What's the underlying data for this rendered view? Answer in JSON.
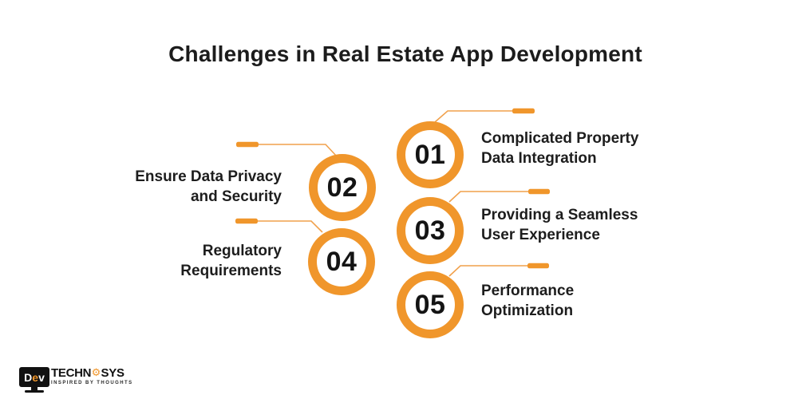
{
  "title": "Challenges in Real Estate App Development",
  "items": [
    {
      "number": "01",
      "label_line1": "Complicated Property",
      "label_line2": "Data Integration",
      "side": "right"
    },
    {
      "number": "02",
      "label_line1": "Ensure Data Privacy",
      "label_line2": "and Security",
      "side": "left"
    },
    {
      "number": "03",
      "label_line1": "Providing a Seamless",
      "label_line2": "User Experience",
      "side": "right"
    },
    {
      "number": "04",
      "label_line1": "Regulatory",
      "label_line2": "Requirements",
      "side": "left"
    },
    {
      "number": "05",
      "label_line1": "Performance",
      "label_line2": "Optimization",
      "side": "right"
    }
  ],
  "logo": {
    "brand_screen_text": "Dev",
    "brand_main_1": "TECHN",
    "brand_main_2": "SYS",
    "gear_icon": "gear-icon",
    "tagline": "INSPIRED BY THOUGHTS"
  },
  "colors": {
    "accent_orange": "#F0962B",
    "connector_line": "#F1A14C",
    "text_dark": "#1D1D1D",
    "background": "#FFFFFF"
  }
}
